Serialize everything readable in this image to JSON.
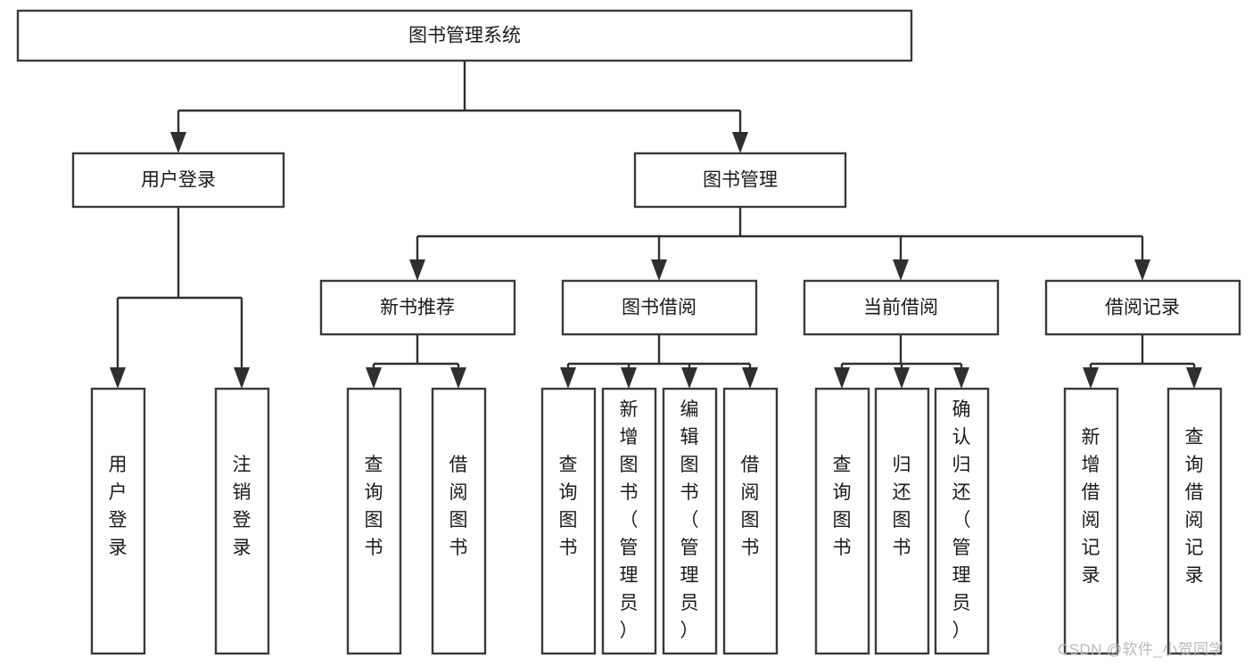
{
  "diagram": {
    "type": "tree-hierarchy",
    "title": "图书管理系统",
    "orientation": "top-down",
    "colors": {
      "box_stroke": "#3a3a3a",
      "box_fill": "#ffffff",
      "connector": "#2f2f2f",
      "text": "#1a1a1a",
      "background": "#ffffff",
      "watermark": "#b9b9b9"
    },
    "root": {
      "label": "图书管理系统"
    },
    "level2": [
      {
        "label": "用户登录"
      },
      {
        "label": "图书管理"
      }
    ],
    "level3": [
      {
        "label": "新书推荐"
      },
      {
        "label": "图书借阅"
      },
      {
        "label": "当前借阅"
      },
      {
        "label": "借阅记录"
      }
    ],
    "leaves": {
      "user_login": [
        {
          "label": "用户登录",
          "chars": [
            "用",
            "户",
            "登",
            "录"
          ]
        },
        {
          "label": "注销登录",
          "chars": [
            "注",
            "销",
            "登",
            "录"
          ]
        }
      ],
      "new_book_recommend": [
        {
          "label": "查询图书",
          "chars": [
            "查",
            "询",
            "图",
            "书"
          ]
        },
        {
          "label": "借阅图书",
          "chars": [
            "借",
            "阅",
            "图",
            "书"
          ]
        }
      ],
      "book_borrow": [
        {
          "label": "查询图书",
          "chars": [
            "查",
            "询",
            "图",
            "书"
          ]
        },
        {
          "label": "新增图书（管理员）",
          "chars": [
            "新",
            "增",
            "图",
            "书",
            "（",
            "管",
            "理",
            "员",
            "）"
          ]
        },
        {
          "label": "编辑图书（管理员）",
          "chars": [
            "编",
            "辑",
            "图",
            "书",
            "（",
            "管",
            "理",
            "员",
            "）"
          ]
        },
        {
          "label": "借阅图书",
          "chars": [
            "借",
            "阅",
            "图",
            "书"
          ]
        }
      ],
      "current_borrow": [
        {
          "label": "查询图书",
          "chars": [
            "查",
            "询",
            "图",
            "书"
          ]
        },
        {
          "label": "归还图书",
          "chars": [
            "归",
            "还",
            "图",
            "书"
          ]
        },
        {
          "label": "确认归还（管理员）",
          "chars": [
            "确",
            "认",
            "归",
            "还",
            "（",
            "管",
            "理",
            "员",
            "）"
          ]
        }
      ],
      "borrow_record": [
        {
          "label": "新增借阅记录",
          "chars": [
            "新",
            "增",
            "借",
            "阅",
            "记",
            "录"
          ]
        },
        {
          "label": "查询借阅记录",
          "chars": [
            "查",
            "询",
            "借",
            "阅",
            "记",
            "录"
          ]
        }
      ]
    }
  },
  "watermark": {
    "text": "CSDN @软件_小贺同学"
  }
}
